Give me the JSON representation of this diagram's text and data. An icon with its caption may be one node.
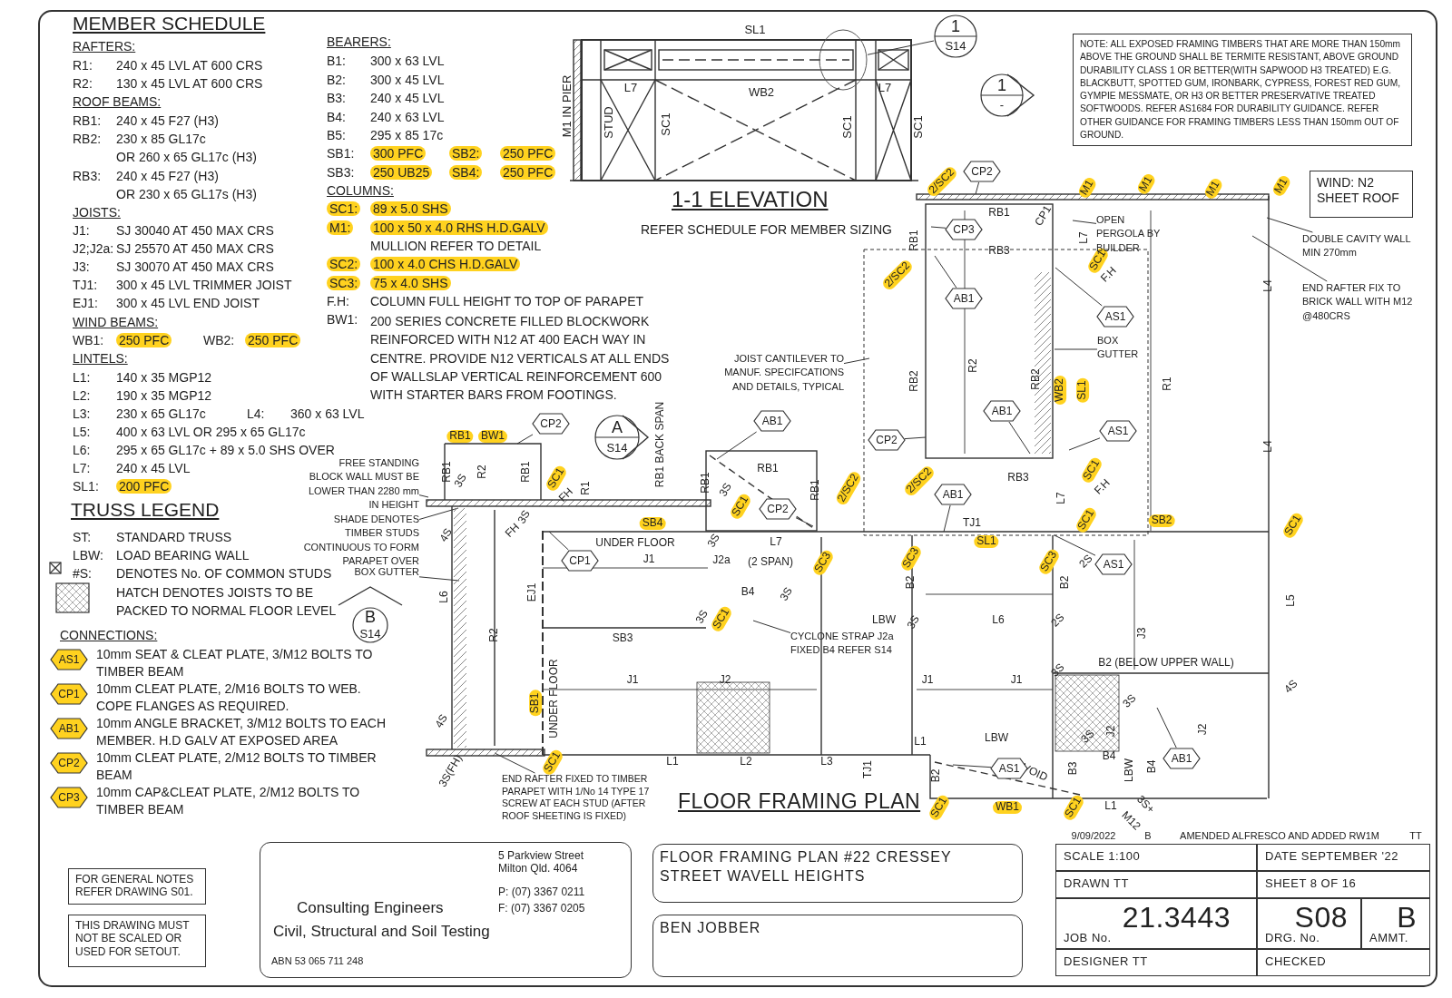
{
  "diagram": {
    "title": "FLOOR FRAMING PLAN",
    "nodes": [
      {
        "text": [
          "NOTE: ALL EXPOSED FRAMING TIMBERS THAT ARE MORE THAN 150mm ABOVE THE GROUND SHALL BE TERMITE RESISTANT, ABOVE GROUND DURABILITY CLASS 1 OR BETTER(WITH SAPWOOD H3 TREATED) E.G. BLACKBUTT, SPOTTED GUM, IRONBARK, CYPRESS, FOREST RED GUM, GYMPIE MESSMATE, OR H3 OR BETTER PRESERVATIVE TREATED SOFTWOODS. REFER AS1684 FOR DURABILITY GUIDANCE. REFER OTHER GUIDANCE FOR FRAMING TIMBERS LESS THAN 150mm OUT OF GROUND."
        ]
      },
      {
        "text": [
          "1",
          "S14"
        ]
      },
      {
        "text": [],
        "shape": "circle"
      },
      {
        "text": [
          "1",
          "-"
        ]
      },
      {
        "text": [
          "WIND: N2 SHEET ROOF"
        ]
      },
      {
        "text": [
          "CP2"
        ]
      },
      {
        "text": [
          "CP3"
        ]
      },
      {
        "text": [
          "OPEN PERGOLA BY BUILDER"
        ]
      },
      {
        "text": [
          "DOUBLE CAVITY WALL MIN 270mm"
        ]
      },
      {
        "text": [
          "END RAFTER FIX TO BRICK WALL WITH M12 @480CRS"
        ]
      },
      {
        "text": [
          "AB1"
        ]
      },
      {
        "text": [
          "AS1"
        ]
      },
      {
        "text": [
          "BOX GUTTER"
        ]
      },
      {
        "text": [
          "AB1"
        ]
      },
      {
        "text": [
          "JOIST CANTILEVER TO MANUF. SPECIFCATIONS AND DETAILS, TYPICAL"
        ]
      },
      {
        "text": [
          "AB1"
        ]
      },
      {
        "text": [
          "CP2"
        ]
      },
      {
        "text": [
          "A",
          "S14"
        ]
      },
      {
        "text": [
          "CP2"
        ]
      },
      {
        "text": [
          "AS1"
        ]
      },
      {
        "text": [
          "FREE STANDING BLOCK WALL MUST BE LOWER THAN 2280 mm IN HEIGHT"
        ]
      },
      {
        "text": [
          "AB1"
        ]
      },
      {
        "text": [
          "CP2"
        ]
      },
      {
        "text": [
          "SHADE DENOTES TIMBER STUDS CONTINUOUS TO FORM PARAPET OVER"
        ]
      },
      {
        "text": [
          "CP1"
        ]
      },
      {
        "text": [
          "AS1"
        ]
      },
      {
        "text": [
          "BOX GUTTER"
        ]
      },
      {
        "text": [
          "B",
          "S14"
        ]
      },
      {
        "text": [
          "CYCLONE STRAP J2a FIXED B4 REFER S14"
        ]
      },
      {
        "text": [
          "AB1"
        ]
      },
      {
        "text": [
          "AS1"
        ]
      },
      {
        "text": [
          "END RAFTER FIXED TO TIMBER PARAPET WITH 1/No 14 TYPE 17 SCREW AT EACH STUD (AFTER ROOF SHEETING IS FIXED)"
        ]
      },
      {
        "text": [
          "AS1"
        ],
        "beside": [
          "10mm SEAT & CLEAT PLATE, 3/M12 BOLTS TO TIMBER BEAM"
        ]
      },
      {
        "text": [
          "CP1"
        ],
        "beside": [
          "10mm CLEAT PLATE, 2/M16 BOLTS TO WEB. COPE FLANGES AS REQUIRED."
        ]
      },
      {
        "text": [
          "AB1"
        ],
        "beside": [
          "10mm ANGLE BRACKET, 3/M12 BOLTS TO EACH MEMBER. H.D GALV AT EXPOSED AREA"
        ]
      },
      {
        "text": [
          "CP2"
        ],
        "beside": [
          "10mm CLEAT PLATE, 2/M12 BOLTS TO TIMBER BEAM"
        ]
      },
      {
        "text": [
          "CP3"
        ],
        "beside": [
          "10mm CAP&CLEAT PLATE, 2/M12 BOLTS TO TIMBER BEAM"
        ]
      },
      {
        "text": [
          "FOR GENERAL NOTES REFER DRAWING S01."
        ]
      },
      {
        "text": [
          "THIS DRAWING MUST NOT BE SCALED OR USED FOR SETOUT."
        ]
      },
      {
        "text": [
          "Consulting Engineers",
          "Civil, Structural and Soil Testing",
          "ABN 53 065 711 248",
          "5 Parkview Street Milton Qld. 4064",
          "P: (07) 3367 0211",
          "F: (07) 3367 0205"
        ]
      },
      {
        "text": [
          "FLOOR FRAMING PLAN #22 CRESSEY STREET WAVELL HEIGHTS"
        ]
      },
      {
        "text": [
          "BEN JOBBER"
        ]
      },
      {
        "text": [
          "SCALE 1:100"
        ]
      },
      {
        "text": [
          "DATE SEPTEMBER '22"
        ]
      },
      {
        "text": [
          "DRAWN TT"
        ]
      },
      {
        "text": [
          "SHEET 8 OF 16"
        ]
      },
      {
        "text": [
          "21.3443",
          "JOB No."
        ]
      },
      {
        "text": [
          "S08",
          "DRG. No."
        ]
      },
      {
        "text": [
          "B",
          "AMMT."
        ]
      },
      {
        "text": [
          "DESIGNER TT"
        ]
      },
      {
        "text": [
          "CHECKED"
        ]
      }
    ],
    "edges": [
      {
        "from": 1,
        "to": 2,
        "arrow": "none"
      },
      {
        "from": 5,
        "to": null,
        "arrow": "none"
      },
      {
        "from": 6,
        "to": null,
        "arrow": "none"
      },
      {
        "from": 7,
        "to": null,
        "arrow": "none"
      },
      {
        "from": 8,
        "to": null,
        "arrow": "none"
      },
      {
        "from": 9,
        "to": null,
        "arrow": "none"
      },
      {
        "from": 10,
        "to": null,
        "arrow": "none"
      },
      {
        "from": 11,
        "to": null,
        "arrow": "none"
      },
      {
        "from": 12,
        "to": null,
        "arrow": "none"
      },
      {
        "from": 13,
        "to": null,
        "arrow": "none"
      },
      {
        "from": 14,
        "to": null,
        "arrow": "none"
      },
      {
        "from": 15,
        "to": null,
        "arrow": "none"
      },
      {
        "from": 16,
        "to": null,
        "arrow": "none"
      },
      {
        "from": 18,
        "to": null,
        "arrow": "none"
      },
      {
        "from": 19,
        "to": null,
        "arrow": "none"
      },
      {
        "from": 20,
        "to": null,
        "arrow": "none"
      },
      {
        "from": 21,
        "to": null,
        "arrow": "none"
      },
      {
        "from": 22,
        "to": null,
        "arrow": "none"
      },
      {
        "from": 23,
        "to": null,
        "arrow": "none"
      },
      {
        "from": 24,
        "to": null,
        "arrow": "none"
      },
      {
        "from": 25,
        "to": null,
        "arrow": "none"
      },
      {
        "from": 26,
        "to": null,
        "arrow": "none"
      },
      {
        "from": 28,
        "to": null,
        "arrow": "none"
      },
      {
        "from": 29,
        "to": null,
        "arrow": "none"
      },
      {
        "from": 30,
        "to": null,
        "arrow": "none"
      },
      {
        "from": 31,
        "to": null,
        "arrow": "none"
      }
    ],
    "labels": [
      "MEMBER SCHEDULE",
      "RAFTERS:",
      "R1:",
      "240 x 45 LVL AT 600 CRS",
      "R2:",
      "130 x 45 LVL AT 600 CRS",
      "ROOF BEAMS:",
      "RB1:",
      "240 x 45 F27 (H3)",
      "RB2:",
      "230 x 85 GL17c",
      "OR 260 x 65 GL17c (H3)",
      "RB3:",
      "240 x 45 F27 (H3)",
      "OR 230 x 65 GL17s (H3)",
      "JOISTS:",
      "J1:",
      "SJ 30040 AT 450 MAX CRS",
      "J2;J2a:",
      "SJ 25570 AT 450 MAX CRS",
      "J3:",
      "SJ 30070 AT 450 MAX CRS",
      "TJ1:",
      "300 x 45 LVL TRIMMER JOIST",
      "EJ1:",
      "300 x 45 LVL END JOIST",
      "WIND BEAMS:",
      "WB1:",
      "250 PFC",
      "WB2:",
      "250 PFC",
      "LINTELS:",
      "L1:",
      "140 x 35 MGP12",
      "L2:",
      "190 x 35 MGP12",
      "L3:",
      "230 x 65 GL17c",
      "L4:",
      "360 x 63 LVL",
      "L5:",
      "400 x 63 LVL OR 295 x 65 GL17c",
      "L6:",
      "295 x 65 GL17c + 89 x 5.0 SHS OVER",
      "L7:",
      "240 x 45 LVL",
      "SL1:",
      "200 PFC",
      "BEARERS:",
      "B1:",
      "300 x 63 LVL",
      "B2:",
      "300 x 45 LVL",
      "B3:",
      "240 x 45 LVL",
      "B4:",
      "240 x 63 LVL",
      "B5:",
      "295 x 85 17c",
      "SB1:",
      "300 PFC",
      "SB2:",
      "250 PFC",
      "SB3:",
      "250 UB25",
      "SB4:",
      "250 PFC",
      "COLUMNS:",
      "SC1:",
      "89 x 5.0 SHS",
      "M1:",
      "100 x 50 x 4.0 RHS H.D.GALV",
      "MULLION REFER TO DETAIL",
      "SC2:",
      "100 x 4.0 CHS H.D.GALV",
      "SC3:",
      "75 x 4.0 SHS",
      "F.H:",
      "COLUMN FULL HEIGHT TO TOP OF PARAPET",
      "BW1:",
      "200 SERIES CONCRETE FILLED BLOCKWORK REINFORCED WITH N12 AT 400 EACH WAY IN CENTRE. PROVIDE N12 VERTICALS AT ALL ENDS OF WALLSLAP VERTICAL REINFORCEMENT 600 WITH STARTER BARS FROM FOOTINGS.",
      "TRUSS LEGEND",
      "ST:",
      "STANDARD TRUSS",
      "LBW:",
      "LOAD BEARING WALL",
      "#S:",
      "DENOTES No. OF COMMON STUDS",
      "HATCH DENOTES JOISTS TO BE PACKED TO NORMAL FLOOR LEVEL",
      "CONNECTIONS:",
      "SL1",
      "M1 IN PIER",
      "L7",
      "STUD",
      "SC1",
      "WB2",
      "SC1",
      "L7",
      "SC1",
      "1-1 ELEVATION",
      "REFER SCHEDULE FOR MEMBER SIZING",
      "RB1",
      "BW1",
      "RB1",
      "3S",
      "R2",
      "RB1",
      "SC1",
      "FH",
      "R1",
      "RB1 BACK SPAN",
      "RB1",
      "RB1",
      "RB1",
      "3S",
      "SC1",
      "2/SC2",
      "4S",
      "FH",
      "3S",
      "SB4",
      "UNDER FLOOR",
      "3S",
      "L7",
      "(2 SPAN)",
      "SC3",
      "J1",
      "J2a",
      "B4",
      "L6",
      "3S",
      "EJ1",
      "R2",
      "3S",
      "SC1",
      "SB3",
      "LBW",
      "3S",
      "SB1",
      "UNDER FLOOR",
      "J1",
      "J2",
      "4S",
      "3S(FH)",
      "SC1",
      "L1",
      "L2",
      "L3",
      "TJ1",
      "B2",
      "VOID",
      "B3",
      "B4",
      "LBW",
      "B4",
      "L1",
      "3S+",
      "M12",
      "SC1",
      "WB1",
      "SC1",
      "2/SC2",
      "RB1",
      "RB1",
      "RB3",
      "2/SC2",
      "R2",
      "RB2",
      "RB2",
      "WB2",
      "SL1",
      "2/SC2",
      "RB3",
      "TJ1",
      "SL1",
      "L7",
      "SC1",
      "F.H",
      "SC1",
      "SB2",
      "SC1",
      "SC3",
      "B2",
      "SC3",
      "B2",
      "2S",
      "L6",
      "2S",
      "J3",
      "L5",
      "3S",
      "B2 (BELOW UPPER WALL)",
      "4S",
      "J1",
      "J1",
      "3S",
      "J2",
      "J2",
      "3S",
      "L1",
      "LBW",
      "M1",
      "M1",
      "M1",
      "M1",
      "CP1",
      "L7",
      "SC1",
      "F.H",
      "R1",
      "L4",
      "L4",
      "9/09/2022",
      "B",
      "AMENDED ALFRESCO AND ADDED RW1M",
      "TT"
    ]
  }
}
